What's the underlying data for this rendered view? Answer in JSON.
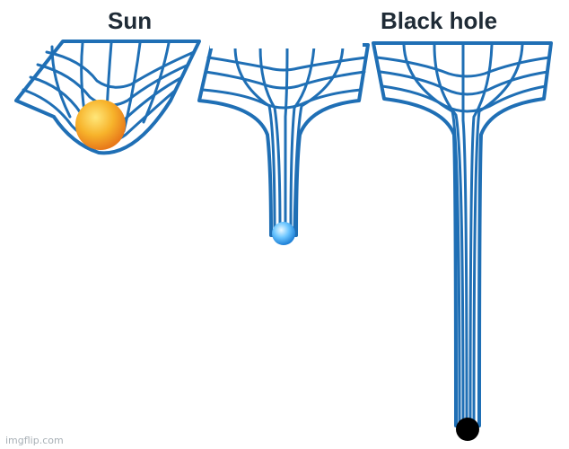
{
  "labels": {
    "left": "Sun",
    "middle": "",
    "right": "Black hole"
  },
  "watermark": "imgflip.com",
  "colors": {
    "grid": "#1f6fb5",
    "sun": "#f7a21b",
    "star": "#3aa6ee",
    "black_hole": "#000000"
  }
}
